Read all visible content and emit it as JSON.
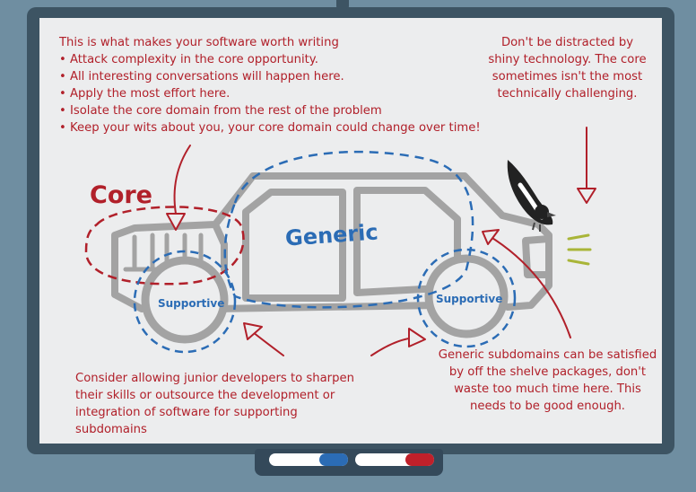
{
  "notes": {
    "core_heading": "This is what makes your software worth writing",
    "core_bullets": [
      "• Attack complexity in the core opportunity.",
      "• All interesting conversations will happen here.",
      "• Apply the most effort here.",
      "• Isolate the core domain from the rest of the problem",
      "• Keep your wits about you, your core domain could change over time!"
    ],
    "shiny_tech": "Don't be distracted by shiny technology. The core sometimes isn't the most technically challenging.",
    "supportive_note": "Consider allowing junior developers to sharpen their skills or outsource the development or integration of software for supporting subdomains",
    "generic_note": "Generic subdomains can be satisfied by off the shelve packages, don't waste too much time here. This needs to be good enough."
  },
  "labels": {
    "core": "Core",
    "generic": "Generic",
    "supportive_rear": "Supportive",
    "supportive_front": "Supportive"
  },
  "colors": {
    "frame": "#3d5463",
    "board": "#ecedee",
    "red_ink": "#b1202a",
    "blue_ink": "#2b6cb5",
    "car_gray": "#a3a3a3",
    "accent_green": "#a9b538"
  },
  "icons": {
    "bird": "magpie-icon",
    "markers": "whiteboard-markers"
  }
}
